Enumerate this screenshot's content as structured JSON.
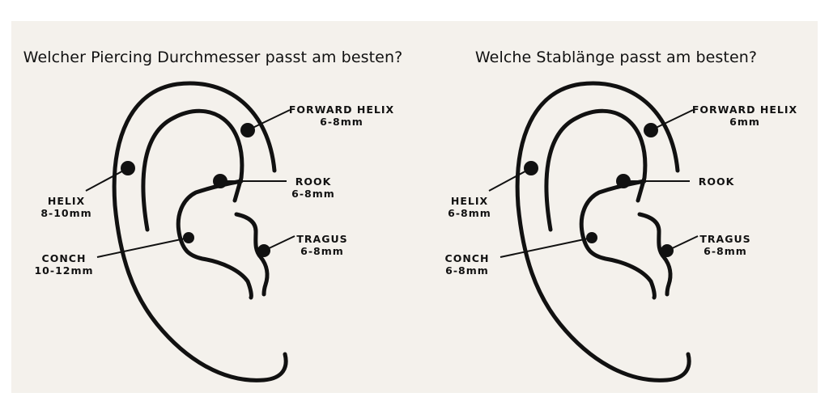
{
  "panels": [
    {
      "title": "Welcher Piercing Durchmesser passt am besten?",
      "labels": {
        "forward_helix": {
          "name": "FORWARD HELIX",
          "value": "6-8mm"
        },
        "rook": {
          "name": "ROOK",
          "value": "6-8mm"
        },
        "helix": {
          "name": "HELIX",
          "value": "8-10mm"
        },
        "tragus": {
          "name": "TRAGUS",
          "value": "6-8mm"
        },
        "conch": {
          "name": "CONCH",
          "value": "10-12mm"
        }
      }
    },
    {
      "title": "Welche Stablänge passt am besten?",
      "labels": {
        "forward_helix": {
          "name": "FORWARD HELIX",
          "value": "6mm"
        },
        "rook": {
          "name": "ROOK",
          "value": ""
        },
        "helix": {
          "name": "HELIX",
          "value": "6-8mm"
        },
        "tragus": {
          "name": "TRAGUS",
          "value": "6-8mm"
        },
        "conch": {
          "name": "CONCH",
          "value": "6-8mm"
        }
      }
    }
  ],
  "colors": {
    "panel_bg": "#f4f1ec",
    "ink": "#111111"
  }
}
